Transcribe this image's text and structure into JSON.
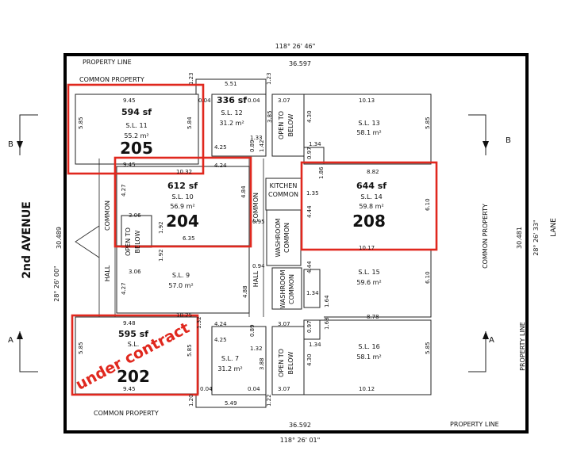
{
  "plan": {
    "bearing_top": "118° 26' 46\"",
    "bearing_bottom": "118° 26' 01\"",
    "bearing_left": "28° 26' 00\"",
    "bearing_right": "28° 26' 33\"",
    "dim_top": "36.597",
    "dim_bottom": "36.592",
    "dim_left": "30.489",
    "dim_right": "30.481",
    "street_left": "2nd AVENUE",
    "street_right": "LANE",
    "property_line": "PROPERTY LINE",
    "common_property": "COMMON PROPERTY",
    "section_b": "B",
    "section_a": "A",
    "hall": "HALL",
    "common": "COMMON",
    "open_to_below": [
      "OPEN TO",
      "BELOW"
    ],
    "kitchen_common": [
      "KITCHEN",
      "COMMON"
    ],
    "washroom_common": [
      "WASHROOM",
      "COMMON"
    ]
  },
  "units": [
    {
      "id": "205",
      "sqft": "594 sf",
      "sl": "S.L. 11",
      "area": "55.2 m²",
      "status": ""
    },
    {
      "id": "204",
      "sqft": "612 sf",
      "sl": "S.L. 10",
      "area": "56.9 m²",
      "status": ""
    },
    {
      "id": "208",
      "sqft": "644 sf",
      "sl": "S.L. 14",
      "area": "59.8 m²",
      "status": ""
    },
    {
      "id": "202",
      "sqft": "595 sf",
      "sl": "S.L.",
      "area": "",
      "status": "under contract"
    }
  ],
  "other_lots": [
    {
      "sqft": "336 sf",
      "sl": "S.L. 12",
      "area": "31.2 m²"
    },
    {
      "sl": "S.L. 13",
      "area": "58.1 m²"
    },
    {
      "sl": "S.L. 9",
      "area": "57.0 m²"
    },
    {
      "sl": "S.L. 15",
      "area": "59.6 m²"
    },
    {
      "sl": "S.L. 7",
      "area": "31.2 m²"
    },
    {
      "sl": "S.L. 16",
      "area": "58.1 m²"
    }
  ],
  "dims": {
    "d_945": "9.45",
    "d_551": "5.51",
    "d_307": "3.07",
    "d_1013": "10.13",
    "d_585": "5.85",
    "d_584": "5.84",
    "d_004": "0.04",
    "d_123": "1.23",
    "d_385": "3.85",
    "d_430": "4.30",
    "d_425": "4.25",
    "d_133": "1.33",
    "d_089": "0.89",
    "d_142": "1.42",
    "d_134": "1.34",
    "d_097": "0.97",
    "d_1032": "10.32",
    "d_424": "4.24",
    "d_882": "8.82",
    "d_427": "4.27",
    "d_484": "4.84",
    "d_186": "1.86",
    "d_135": "1.35",
    "d_306": "3.06",
    "d_095": "0.95",
    "d_444": "4.44",
    "d_610": "6.10",
    "d_192": "1.92",
    "d_635": "6.35",
    "d_1017": "10.17",
    "d_094": "0.94",
    "d_488": "4.88",
    "d_164": "1.64",
    "d_1025": "10.25",
    "d_168": "1.68",
    "d_878": "8.78",
    "d_132": "1.32",
    "d_388": "3.88",
    "d_549": "5.49",
    "d_122": "1.22",
    "d_1012": "10.12",
    "d_120": "1.20",
    "d_948": "9.48"
  }
}
